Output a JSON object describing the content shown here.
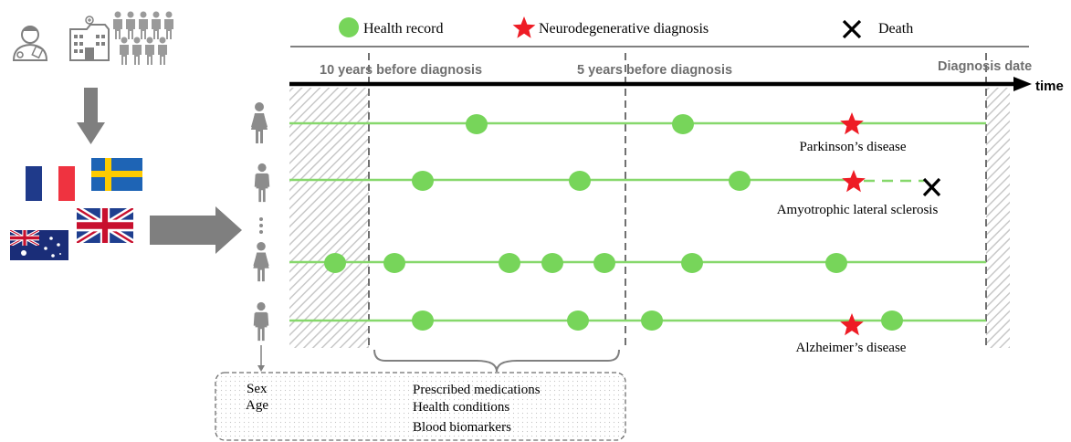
{
  "legend": {
    "health_record": "Health record",
    "neuro_diagnosis": "Neurodegenerative diagnosis",
    "death": "Death"
  },
  "timeline": {
    "marker_10y": "10 years before diagnosis",
    "marker_5y": "5 years before diagnosis",
    "marker_diagnosis": "Diagnosis date",
    "axis_label": "time"
  },
  "patients": [
    {
      "sex": "female",
      "diagnosis": "Parkinson’s disease",
      "death": false
    },
    {
      "sex": "male",
      "diagnosis": "Amyotrophic lateral sclerosis",
      "death": true
    },
    {
      "sex": "female",
      "diagnosis": "",
      "death": false
    },
    {
      "sex": "male",
      "diagnosis": "Alzheimer’s disease",
      "death": false
    }
  ],
  "features_box": {
    "static": [
      "Sex",
      "Age"
    ],
    "dynamic": [
      "Prescribed medications",
      "Health conditions",
      "Blood biomarkers"
    ]
  },
  "countries": [
    "France",
    "Sweden",
    "United Kingdom",
    "Australia"
  ],
  "colors": {
    "record_green": "#77d55a",
    "line_green": "#86d86b",
    "star_red": "#ee1c25",
    "arrow_gray": "#7f7f7f",
    "icon_gray": "#8c8c8c"
  },
  "icons": [
    "doctor-icon",
    "hospital-icon",
    "population-icon",
    "person-icon",
    "star-icon",
    "cross-icon"
  ]
}
